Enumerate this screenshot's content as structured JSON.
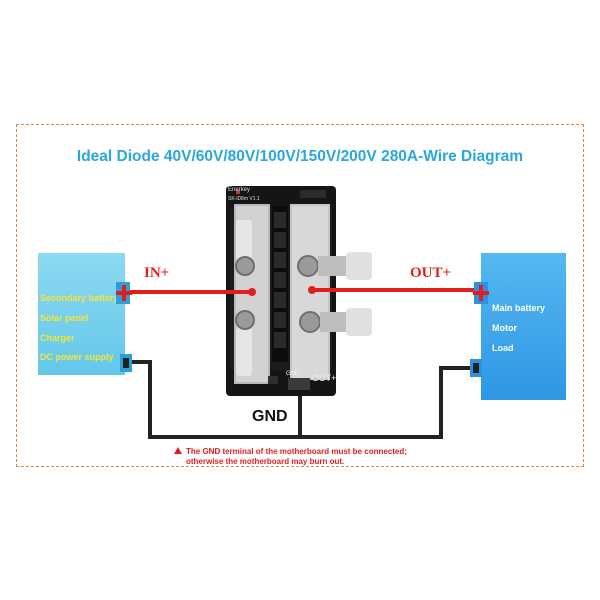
{
  "title": "Ideal Diode 40V/60V/80V/100V/150V/200V 280A-Wire Diagram",
  "input_side": {
    "label": "IN+",
    "sources": [
      "Secondary battery",
      "Solar panel",
      "Charger",
      "DC power supply"
    ]
  },
  "output_side": {
    "label": "OUT+",
    "loads": [
      "Main battery",
      "Motor",
      "Load"
    ]
  },
  "ground_label": "GND",
  "board": {
    "brand": "Enerkey",
    "model": "SK-iD8m V1.1",
    "gnd_pin": "GND",
    "out_pin": "OUT+"
  },
  "warning": {
    "line1": "The GND terminal of the motherboard must be connected;",
    "line2": "otherwise the motherboard may burn out."
  },
  "colors": {
    "frame": "#e8843a",
    "title": "#2aa7dd",
    "positive_wire": "#e11e1e",
    "ground_wire": "#222222",
    "source_box": "#7fd3ee",
    "load_box": "#3fa6ea",
    "source_text": "#f7e533",
    "load_text": "#ffffff"
  }
}
